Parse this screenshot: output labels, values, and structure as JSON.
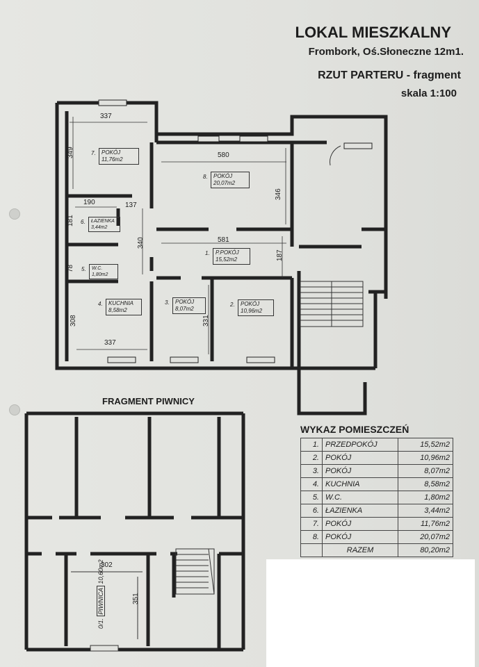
{
  "header": {
    "title": "LOKAL MIESZKALNY",
    "address": "Frombork, Oś.Słoneczne 12m1.",
    "plan": "RZUT PARTERU - fragment",
    "scale": "skala 1:100"
  },
  "rooms": [
    {
      "num": "7.",
      "name": "POKÓJ",
      "area": "11,76m2"
    },
    {
      "num": "8.",
      "name": "POKÓJ",
      "area": "20,07m2"
    },
    {
      "num": "6.",
      "name": "ŁAZIENKA",
      "area": "3,44m2"
    },
    {
      "num": "1.",
      "name": "P.POKÓJ",
      "area": "15,52m2"
    },
    {
      "num": "5.",
      "name": "W.C.",
      "area": "1,80m2"
    },
    {
      "num": "4.",
      "name": "KUCHNIA",
      "area": "8,58m2"
    },
    {
      "num": "3.",
      "name": "POKÓJ",
      "area": "8,07m2"
    },
    {
      "num": "2.",
      "name": "POKÓJ",
      "area": "10,96m2"
    }
  ],
  "dimensions": {
    "d337_top": "337",
    "d349": "349",
    "d580": "580",
    "d346": "346",
    "d190": "190",
    "d137": "137",
    "d181": "181",
    "d340": "340",
    "d581": "581",
    "d187": "187",
    "d78": "78",
    "d308": "308",
    "d331": "331",
    "d337_bottom": "337",
    "d302": "302",
    "d351": "351"
  },
  "basement": {
    "title": "FRAGMENT PIWNICY",
    "room_num": "0/1.",
    "room_name": "PIWNICA",
    "room_area": "10,60m2"
  },
  "wykaz": {
    "title": "WYKAZ POMIESZCZEŃ",
    "rows": [
      {
        "num": "1.",
        "name": "PRZEDPOKÓJ",
        "area": "15,52m2"
      },
      {
        "num": "2.",
        "name": "POKÓJ",
        "area": "10,96m2"
      },
      {
        "num": "3.",
        "name": "POKÓJ",
        "area": "8,07m2"
      },
      {
        "num": "4.",
        "name": "KUCHNIA",
        "area": "8,58m2"
      },
      {
        "num": "5.",
        "name": "W.C.",
        "area": "1,80m2"
      },
      {
        "num": "6.",
        "name": "ŁAZIENKA",
        "area": "3,44m2"
      },
      {
        "num": "7.",
        "name": "POKÓJ",
        "area": "11,76m2"
      },
      {
        "num": "8.",
        "name": "POKÓJ",
        "area": "20,07m2"
      }
    ],
    "total_label": "RAZEM",
    "total_area": "80,20m2"
  }
}
